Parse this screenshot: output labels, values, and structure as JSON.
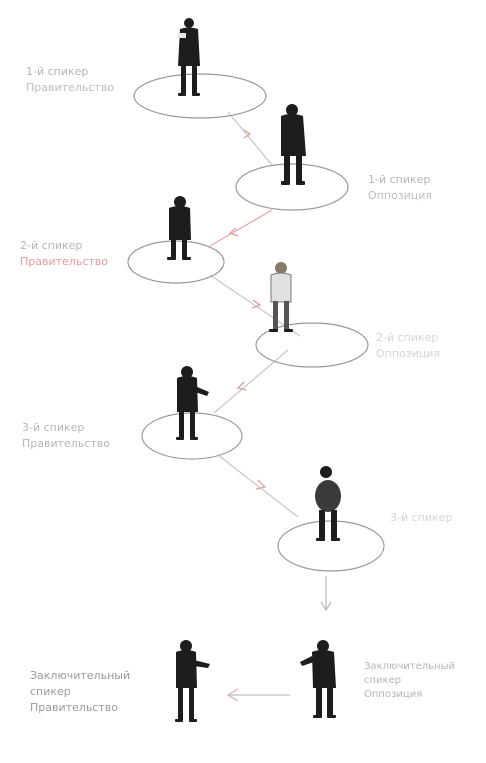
{
  "nodes": [
    {
      "line1": "1-й спикер",
      "line2": "Правительство"
    },
    {
      "line1": "1-й спикер",
      "line2": "Оппозиция"
    },
    {
      "line1": "2-й спикер",
      "line2": "Правительство"
    },
    {
      "line1": "2-й спикер",
      "line2": "Оппозиция"
    },
    {
      "line1": "3-й спикер",
      "line2": "Правительство"
    },
    {
      "line1": "3-й спикер",
      "line2": ""
    },
    {
      "line1": "Заключительный",
      "line2": "спикер",
      "line3": "Оппозиция"
    },
    {
      "line1": "Заключительный",
      "line2": "спикер",
      "line3": "Правительство"
    }
  ],
  "colors": {
    "ring": "#9a9a9a",
    "arrow_gray": "#c9c9c9",
    "arrow_red": "#e6a7a7",
    "figure": "#1d1d1d"
  }
}
